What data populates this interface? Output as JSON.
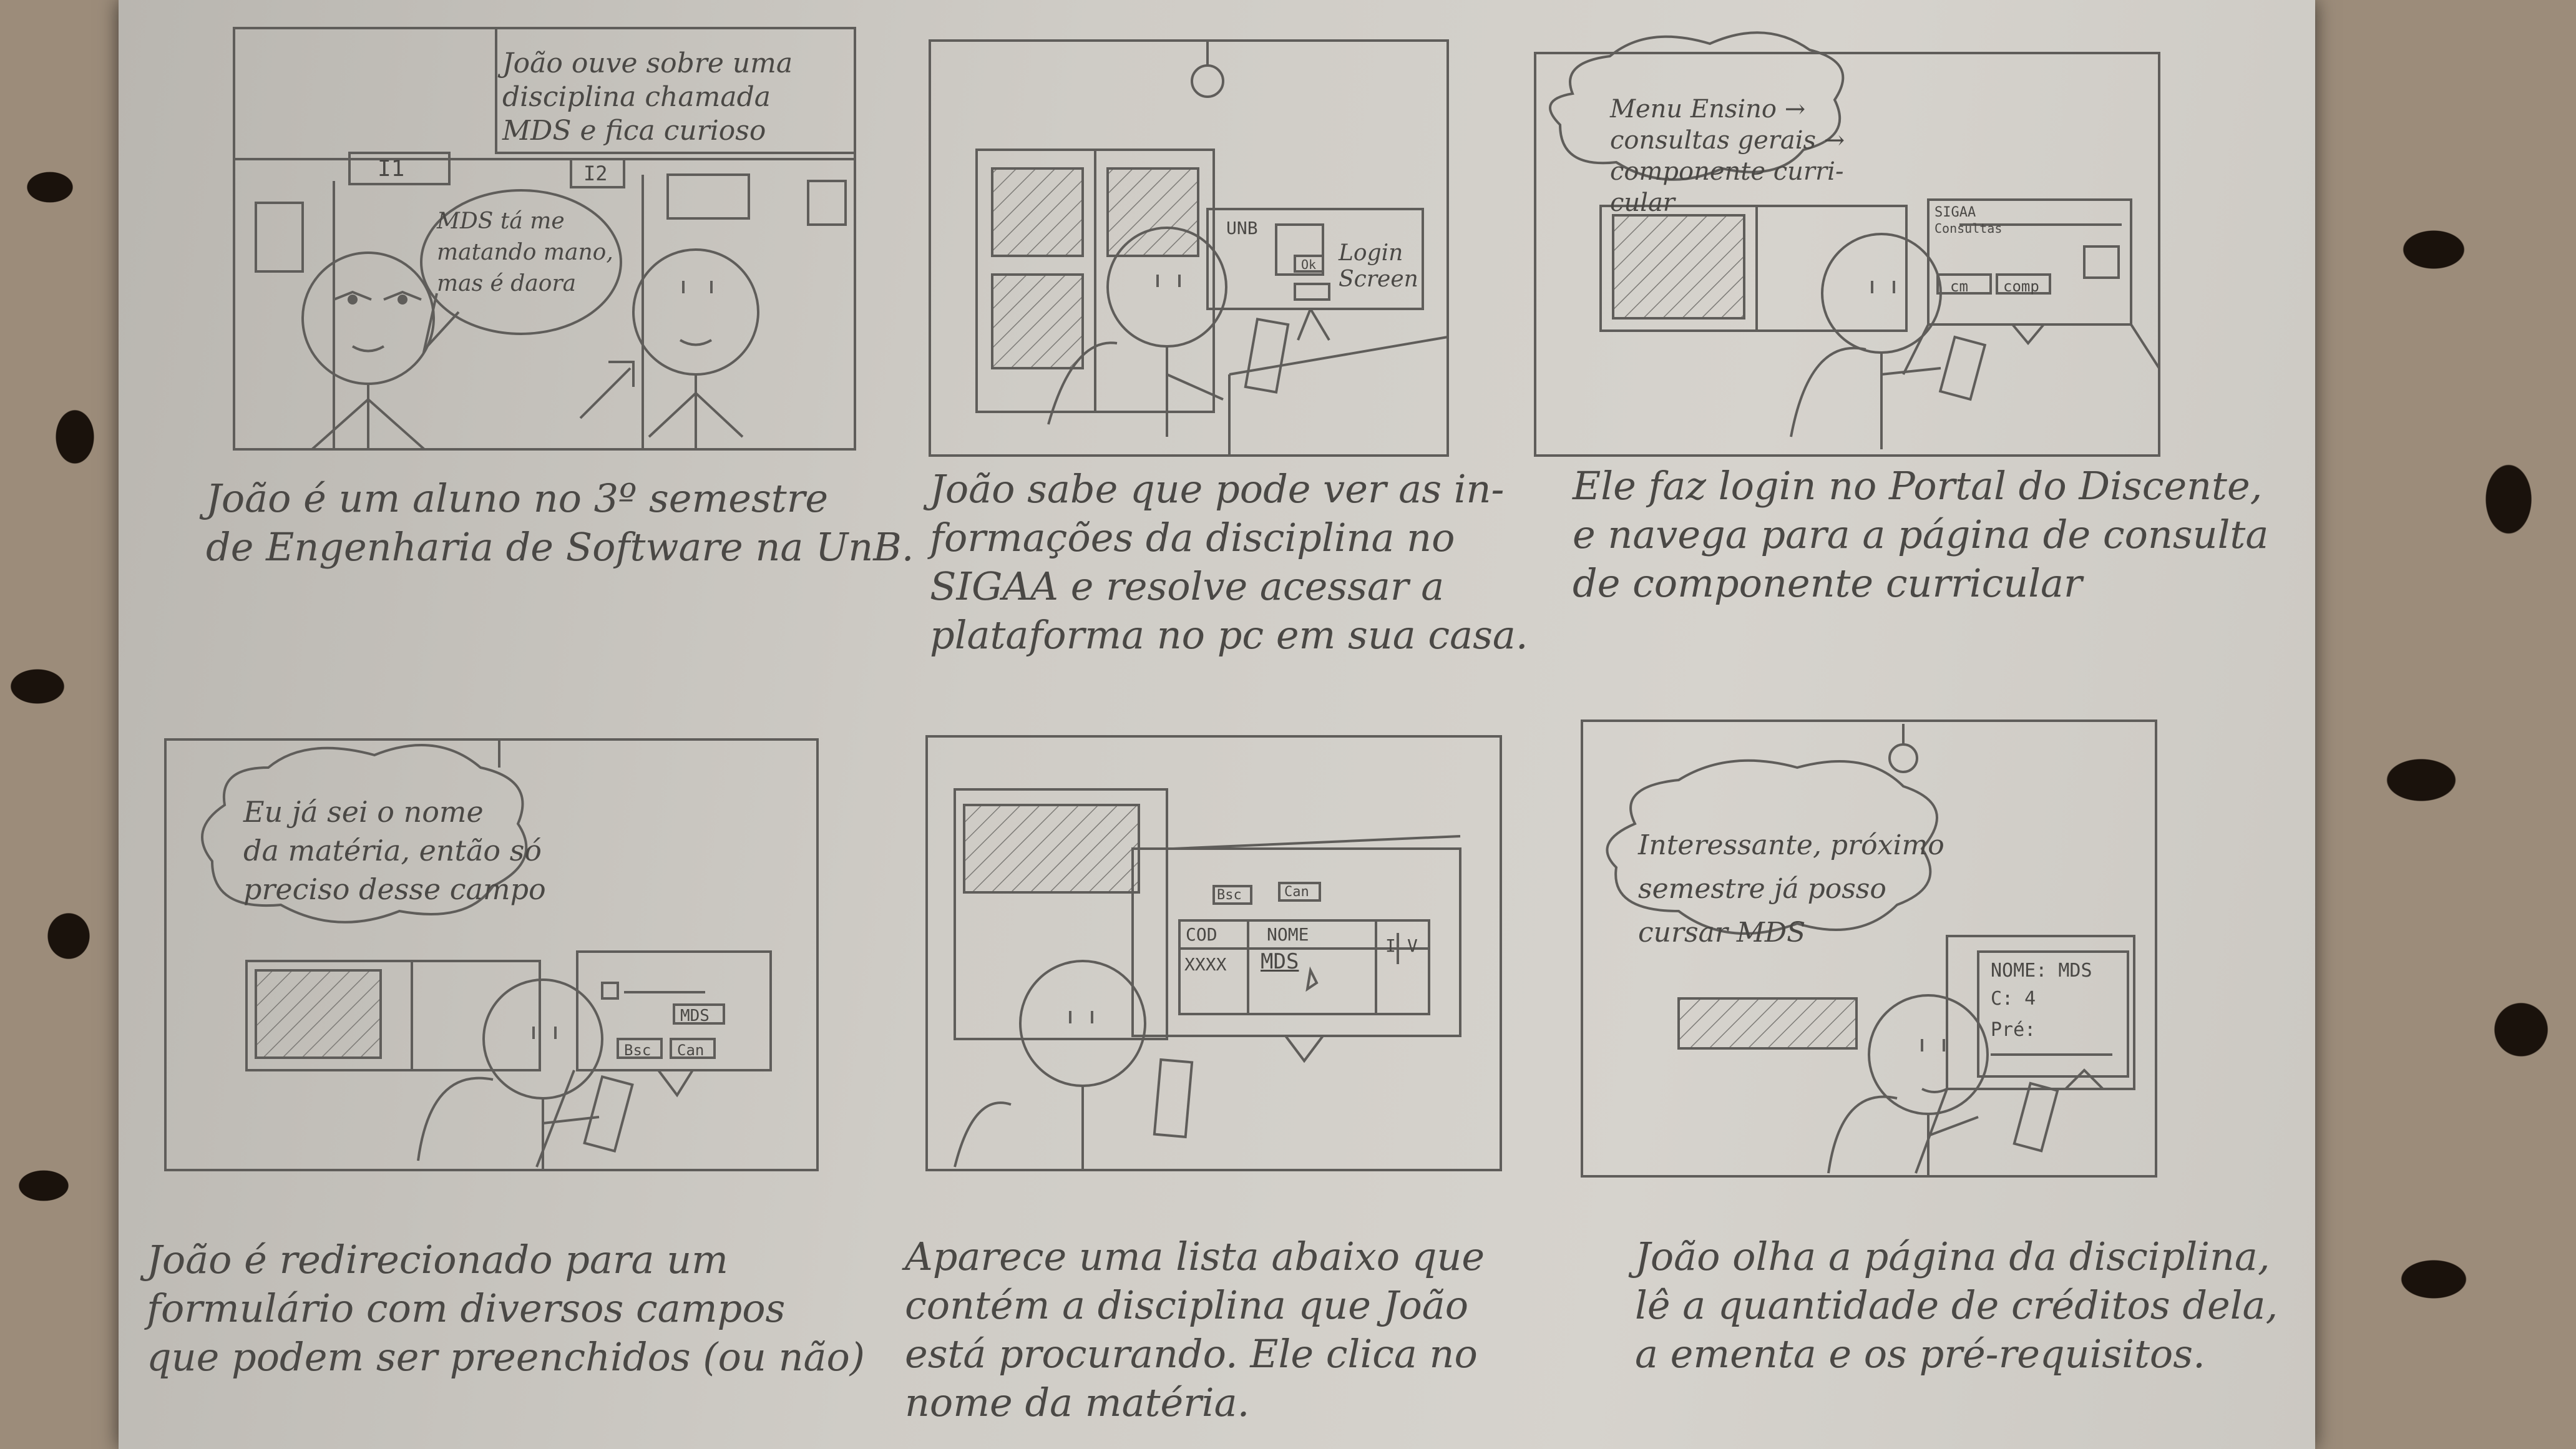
{
  "panels": [
    {
      "caption": "João é um aluno no 3º semestre\nde Engenharia de Software na UnB.",
      "narration": "João ouve sobre uma\ndisciplina chamada\nMDS e fica curioso",
      "speech": "MDS tá me\nmatando mano,\nmas é daora",
      "signs": [
        "I1",
        "I2"
      ]
    },
    {
      "caption": "João sabe que pode ver as in-\nformações da disciplina no\nSIGAA e resolve acessar a\nplataforma no pc em sua casa.",
      "screen_title": "UNB",
      "screen_text": "Login\nScreen",
      "screen_button": "Ok"
    },
    {
      "caption": "Ele faz login no Portal do Discente,\ne navega para a página de consulta\nde componente curricular",
      "thought": "Menu Ensino →\nconsultas gerais →\ncomponente curri-\ncular",
      "screen_title": "SIGAA",
      "screen_sub": "Consultas",
      "screen_buttons": [
        "cm",
        "comp"
      ]
    },
    {
      "caption": "João é redirecionado para um\nformulário com diversos campos\nque podem ser preenchidos (ou não)",
      "thought": "Eu já sei o nome\nda matéria, então só\npreciso desse campo",
      "form_value": "MDS",
      "form_buttons": [
        "Bsc",
        "Can"
      ]
    },
    {
      "caption": "Aparece uma lista abaixo que\ncontém a disciplina que João\nestá procurando. Ele clica no\nnome da matéria.",
      "form_buttons": [
        "Bsc",
        "Can"
      ],
      "table_headers": [
        "COD",
        "NOME"
      ],
      "table_row": [
        "XXXX",
        "MDS"
      ],
      "table_icons": [
        "I",
        "V"
      ]
    },
    {
      "caption": "João olha a página da disciplina,\nlê a quantidade de créditos dela,\na ementa e os pré-requisitos.",
      "thought": "Interessante, próximo\nsemestre já posso\ncursar MDS",
      "screen_lines": [
        "NOME: MDS",
        "C: 4",
        "Pré:"
      ]
    }
  ]
}
